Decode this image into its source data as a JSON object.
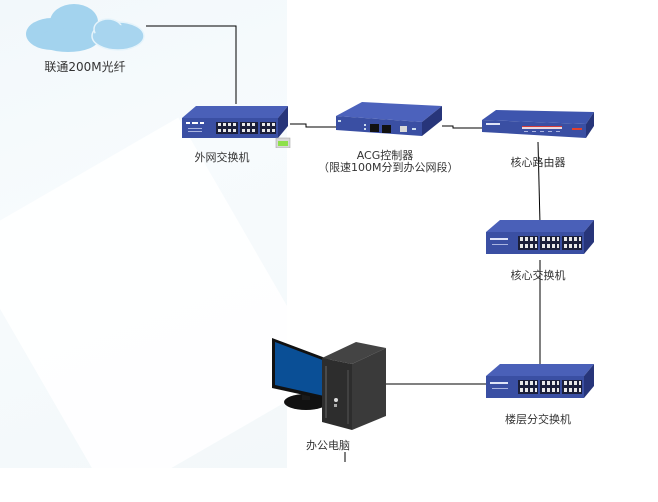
{
  "diagram": {
    "title": "",
    "nodes": [
      {
        "id": "isp",
        "label": "联通200M光纤",
        "icon": "cloud-icon"
      },
      {
        "id": "wan_switch",
        "label": "外网交换机",
        "icon": "switch-icon"
      },
      {
        "id": "acg",
        "label": "ACG控制器",
        "sublabel": "（限速100M分到办公网段）",
        "icon": "controller-icon"
      },
      {
        "id": "core_router",
        "label": "核心路由器",
        "icon": "router-icon"
      },
      {
        "id": "core_switch",
        "label": "核心交换机",
        "icon": "switch-icon"
      },
      {
        "id": "floor_switch",
        "label": "楼层分交换机",
        "icon": "switch-icon"
      },
      {
        "id": "office_pc",
        "label": "办公电脑",
        "icon": "computer-icon"
      }
    ],
    "edges": [
      {
        "from": "isp",
        "to": "wan_switch"
      },
      {
        "from": "wan_switch",
        "to": "acg"
      },
      {
        "from": "acg",
        "to": "core_router"
      },
      {
        "from": "core_router",
        "to": "core_switch"
      },
      {
        "from": "core_switch",
        "to": "floor_switch"
      },
      {
        "from": "floor_switch",
        "to": "office_pc"
      }
    ],
    "colors": {
      "device_blue": "#3a4fa3",
      "device_dark": "#27357a",
      "cloud": "#a3d3ee",
      "wire": "#000000",
      "screen": "#0a4f96",
      "tower": "#2d2d2d"
    }
  }
}
